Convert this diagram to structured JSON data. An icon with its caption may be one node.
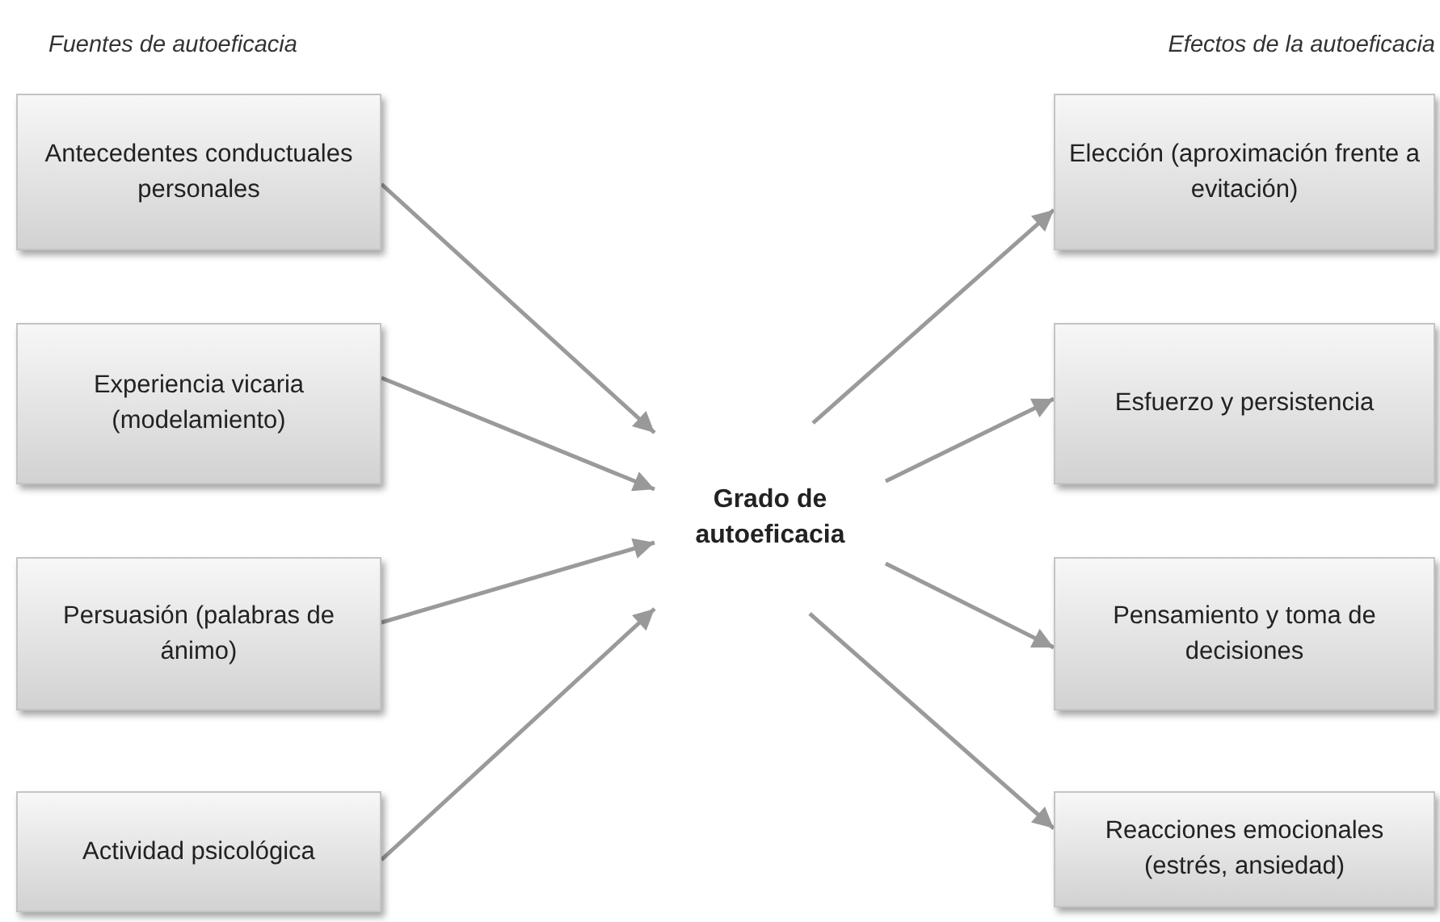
{
  "diagram": {
    "nodes": [
      {
        "text": [
          "Antecedentes conductuales personales"
        ]
      },
      {
        "text": [
          "Experiencia vicaria (modelamiento)"
        ]
      },
      {
        "text": [
          "Persuasión (palabras de ánimo)"
        ]
      },
      {
        "text": [
          "Actividad psicológica"
        ]
      },
      {
        "text": [
          "Grado de autoeficacia"
        ]
      },
      {
        "text": [
          "Elección (aproximación frente a evitación)"
        ]
      },
      {
        "text": [
          "Esfuerzo y persistencia"
        ]
      },
      {
        "text": [
          "Pensamiento y toma de decisiones"
        ]
      },
      {
        "text": [
          "Reacciones emocionales (estrés, ansiedad)"
        ]
      }
    ],
    "edges": [
      {
        "from": 0,
        "to": 4,
        "arrow": "to"
      },
      {
        "from": 1,
        "to": 4,
        "arrow": "to"
      },
      {
        "from": 2,
        "to": 4,
        "arrow": "to"
      },
      {
        "from": 3,
        "to": 4,
        "arrow": "to"
      },
      {
        "from": 4,
        "to": 5,
        "arrow": "to"
      },
      {
        "from": 4,
        "to": 6,
        "arrow": "to"
      },
      {
        "from": 4,
        "to": 7,
        "arrow": "to"
      },
      {
        "from": 4,
        "to": 8,
        "arrow": "to"
      }
    ],
    "labels": [
      "Fuentes de autoeficacia",
      "Efectos de la autoeficacia"
    ]
  }
}
